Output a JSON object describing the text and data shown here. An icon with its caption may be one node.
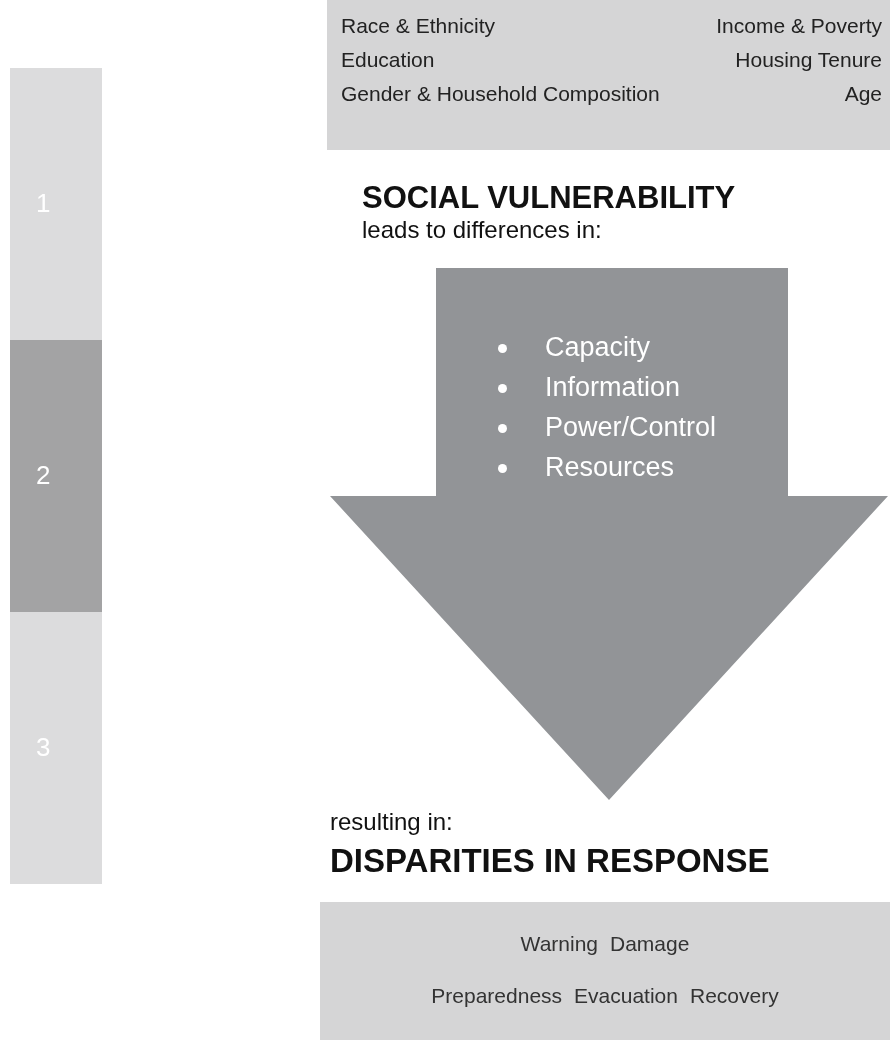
{
  "diagram": {
    "nodes": [
      {
        "text": [
          "Race & Ethnicity",
          "Income & Poverty",
          "Education",
          "Housing Tenure",
          "Gender & Household Composition",
          "Age"
        ]
      },
      {
        "text": [
          "Capacity",
          "Information",
          "Power/Control",
          "Resources"
        ]
      },
      {
        "text": [
          "Warning",
          "Damage",
          "Preparedness",
          "Evacuation",
          "Recovery"
        ]
      },
      {
        "text": [
          "1"
        ]
      },
      {
        "text": [
          "2"
        ]
      },
      {
        "text": [
          "3"
        ]
      }
    ],
    "labels": [
      "SOCIAL VULNERABILITY",
      "leads to differences in:",
      "resulting in:",
      "DISPARITIES IN RESPONSE"
    ]
  }
}
